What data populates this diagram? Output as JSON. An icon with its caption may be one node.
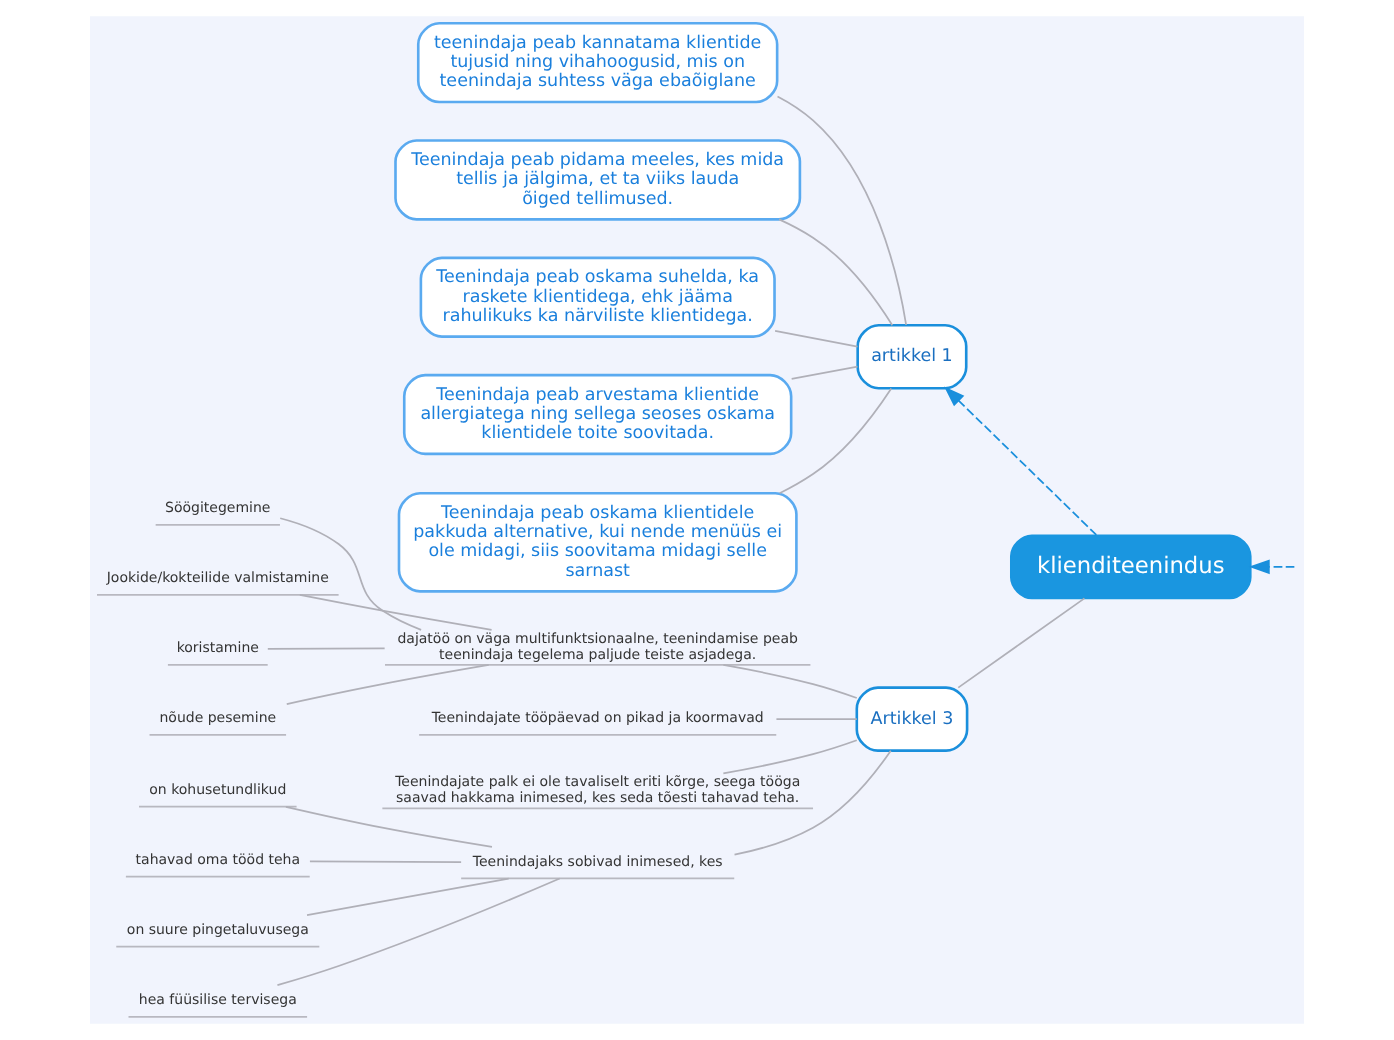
{
  "diagram": {
    "nodes": [
      {
        "text": [
          "klienditeenindus"
        ]
      },
      {
        "text": [
          "artikkel 1"
        ]
      },
      {
        "text": [
          "teenindaja peab kannatama klientide tujusid ning vihahoogusid, mis on teenindaja suhtess väga ebaõiglane"
        ]
      },
      {
        "text": [
          "Teenindaja peab pidama meeles, kes mida tellis ja jälgima, et ta viiks lauda õiged tellimused."
        ]
      },
      {
        "text": [
          "Teenindaja peab oskama suhelda, ka raskete klientidega, ehk jääma rahulikuks ka närviliste klientidega."
        ]
      },
      {
        "text": [
          "Teenindaja peab arvestama klientide allergiatega ning sellega seoses oskama klientidele toite soovitada."
        ]
      },
      {
        "text": [
          "Teenindaja peab oskama klientidele pakkuda alternative, kui nende menüüs ei ole midagi, siis soovitama midagi selle sarnast"
        ]
      },
      {
        "text": [
          "Artikkel 3"
        ]
      },
      {
        "text": [
          "dajatöö on väga multifunktsionaalne, teenindamise peab teenindaja tegelema paljude teiste asjadega."
        ]
      },
      {
        "text": [
          "Söögitegemine"
        ]
      },
      {
        "text": [
          "Jookide/kokteilide valmistamine"
        ]
      },
      {
        "text": [
          "koristamine"
        ]
      },
      {
        "text": [
          "nõude pesemine"
        ]
      },
      {
        "text": [
          "Teenindajate tööpäevad on pikad ja koormavad"
        ]
      },
      {
        "text": [
          "Teenindajate palk ei ole tavaliselt eriti kõrge, seega tööga saavad hakkama inimesed, kes seda tõesti tahavad teha."
        ]
      },
      {
        "text": [
          "Teenindajaks sobivad inimesed, kes"
        ]
      },
      {
        "text": [
          "on kohusetundlikud"
        ]
      },
      {
        "text": [
          "tahavad oma tööd teha"
        ]
      },
      {
        "text": [
          "on suure pingetaluvusega"
        ]
      },
      {
        "text": [
          "hea füüsilise tervisega"
        ]
      }
    ],
    "edges": [
      {
        "from": null,
        "to": 0,
        "arrow": "to",
        "style": "dashed",
        "color": "#1a8fdc"
      },
      {
        "from": 0,
        "to": 1,
        "arrow": "to",
        "style": "dashed",
        "color": "#1a8fdc"
      },
      {
        "from": 1,
        "to": 2,
        "arrow": "none"
      },
      {
        "from": 1,
        "to": 3,
        "arrow": "none"
      },
      {
        "from": 1,
        "to": 4,
        "arrow": "none"
      },
      {
        "from": 1,
        "to": 5,
        "arrow": "none"
      },
      {
        "from": 1,
        "to": 6,
        "arrow": "none"
      },
      {
        "from": 0,
        "to": 7,
        "arrow": "none"
      },
      {
        "from": 7,
        "to": 8,
        "arrow": "none"
      },
      {
        "from": 8,
        "to": 9,
        "arrow": "none"
      },
      {
        "from": 8,
        "to": 10,
        "arrow": "none"
      },
      {
        "from": 8,
        "to": 11,
        "arrow": "none"
      },
      {
        "from": 8,
        "to": 12,
        "arrow": "none"
      },
      {
        "from": 7,
        "to": 13,
        "arrow": "none"
      },
      {
        "from": 7,
        "to": 14,
        "arrow": "none"
      },
      {
        "from": 7,
        "to": 15,
        "arrow": "none"
      },
      {
        "from": 15,
        "to": 16,
        "arrow": "none"
      },
      {
        "from": 15,
        "to": 17,
        "arrow": "none"
      },
      {
        "from": 15,
        "to": 18,
        "arrow": "none"
      },
      {
        "from": 15,
        "to": 19,
        "arrow": "none"
      }
    ]
  }
}
